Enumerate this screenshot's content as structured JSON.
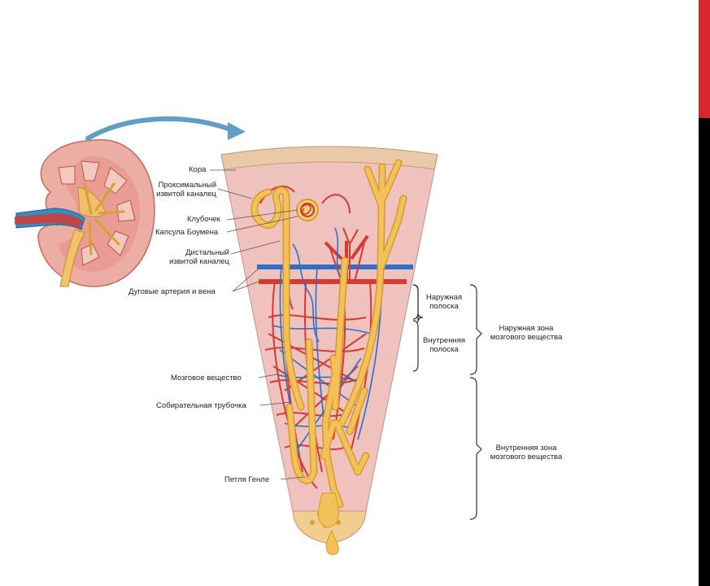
{
  "colors": {
    "accent_red": "#d9272e",
    "accent_black": "#000000",
    "tissue": "#efc2bd",
    "capsule": "#e9c9a8",
    "tubule": "#f2c15a",
    "tubule_edge": "#d79a2a",
    "artery": "#d63a30",
    "vein": "#2f6fc4"
  },
  "labels": {
    "cortex": "Кора",
    "proximal_1": "Проксимальный",
    "proximal_2": "извитой каналец",
    "glomerulus": "Клубочек",
    "bowman": "Капсула Боумена",
    "distal_1": "Дистальный",
    "distal_2": "извитой каналец",
    "arcuate": "Дуговые артерия и вена",
    "medulla": "Мозговое вещество",
    "collecting": "Собирательная трубочка",
    "henle": "Петля Генле",
    "outer_stripe_1": "Наружная",
    "outer_stripe_2": "полоска",
    "inner_stripe_1": "Внутренняя",
    "inner_stripe_2": "полоска",
    "outer_zone_1": "Наружная зона",
    "outer_zone_2": "мозгового вещества",
    "inner_zone_1": "Внутренняя зона",
    "inner_zone_2": "мозгового вещества"
  }
}
